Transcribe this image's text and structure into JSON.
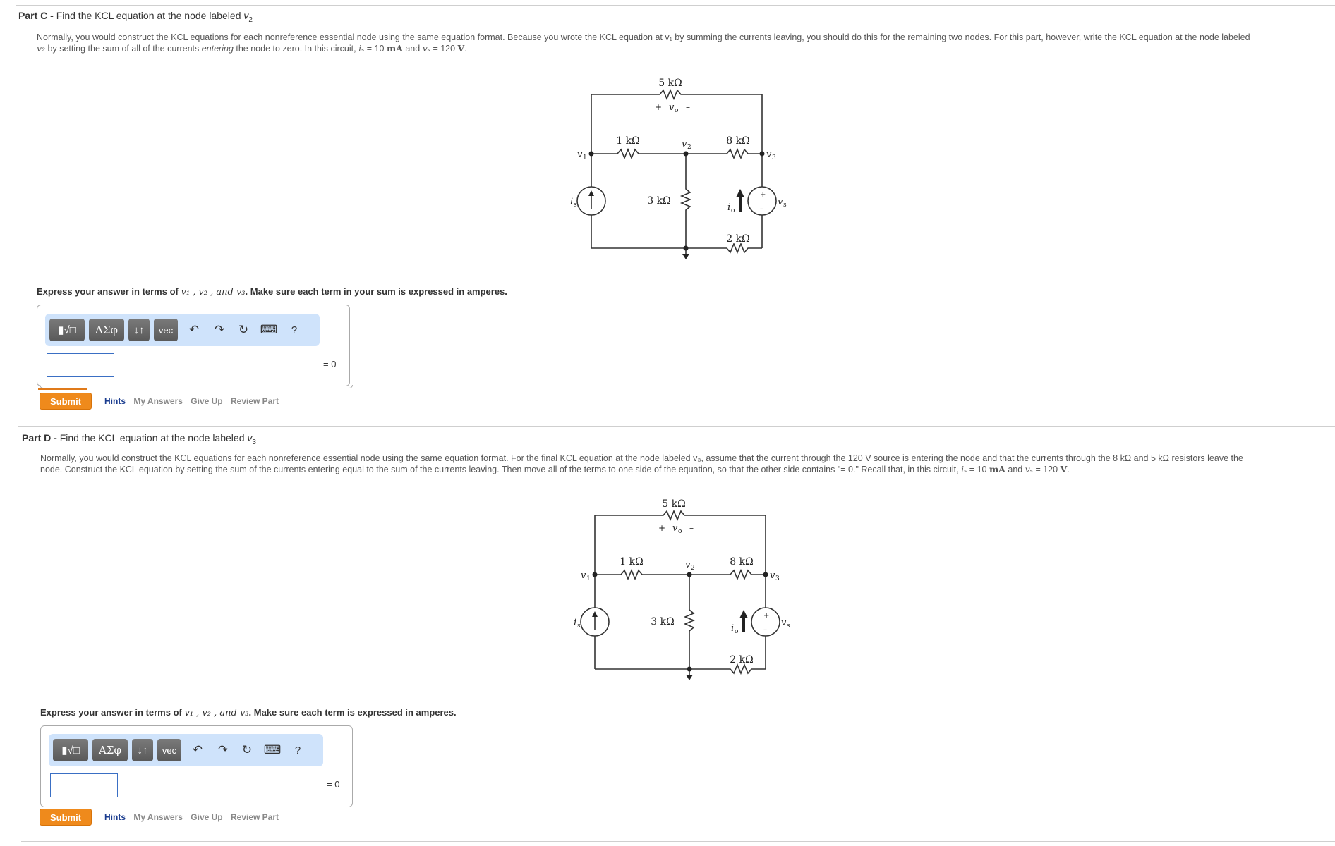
{
  "partC": {
    "label": "Part C -",
    "title": "Find the KCL equation at the node labeled",
    "title_var": "v",
    "title_sub": "2",
    "para_line1": "Normally, you would construct the KCL equations for each nonreference essential node using the same equation format. Because you wrote the KCL equation at v₁ by summing the currents leaving, you should do this for the remaining two nodes. For this part, however, write the KCL equation at the node labeled",
    "para_line2_a": "v₂",
    "para_line2_b": " by setting the sum of all of the currents ",
    "para_line2_em": "entering",
    "para_line2_c": " the node to zero. In this circuit, ",
    "para_is": "iₛ",
    "para_eq1": " = 10 ",
    "para_mA": "mA",
    "para_and": " and ",
    "para_vs": "vₛ",
    "para_eq2": " = 120 ",
    "para_V": "V",
    "para_end": ".",
    "express": "Express your answer in terms of",
    "express_vars": "v₁ , v₂ , and v₃",
    "express_end": ". Make sure each term in your sum is expressed in amperes.",
    "input_value": "",
    "equals": "= 0"
  },
  "partD": {
    "label": "Part D -",
    "title": "Find the KCL equation at the node labeled",
    "title_var": "v",
    "title_sub": "3",
    "para_line1": "Normally, you would construct the KCL equations for each nonreference essential node using the same equation format. For the final KCL equation at the node labeled v₃, assume that the current through the 120 V source is entering the node and that the currents through the 8 kΩ and 5 kΩ resistors leave the",
    "para_line2": "node. Construct the KCL equation by setting the sum of the currents entering equal to the sum of the currents leaving. Then move all of the terms to one side of the equation, so that the other side contains \"= 0.\" Recall that, in this circuit, ",
    "para_is": "iₛ",
    "para_eq1": " = 10 ",
    "para_mA": "mA",
    "para_and": " and ",
    "para_vs": "vₛ",
    "para_eq2": " = 120 ",
    "para_V": "V",
    "para_end": ".",
    "express": "Express your answer in terms of",
    "express_vars": "v₁ , v₂ , and v₃",
    "express_end": ". Make sure each term is expressed in amperes.",
    "input_value": "",
    "equals": "= 0"
  },
  "toolbar": {
    "templates_label": "▮√□",
    "greek_label": "AΣφ",
    "arrows_label": "↓↑",
    "vec_label": "vec",
    "undo_icon": "↶",
    "redo_icon": "↷",
    "reset_icon": "↻",
    "keyboard_icon": "⌨",
    "help_label": "?"
  },
  "actions": {
    "submit": "Submit",
    "hints": "Hints",
    "my_answers": "My Answers",
    "give_up": "Give Up",
    "review_part": "Review Part"
  },
  "circuit": {
    "r_top": "5 kΩ",
    "r_1": "1 kΩ",
    "r_8": "8 kΩ",
    "r_3": "3 kΩ",
    "r_2": "2 kΩ",
    "vo_plus": "+",
    "vo_label": "v",
    "vo_sub": "o",
    "vo_minus": "–",
    "node_v1": "v",
    "node_v1_sub": "1",
    "node_v2": "v",
    "node_v2_sub": "2",
    "node_v3": "v",
    "node_v3_sub": "3",
    "is_label": "i",
    "is_sub": "s",
    "io_label": "i",
    "io_sub": "o",
    "vs_label": "v",
    "vs_sub": "s",
    "src_plus": "+",
    "src_minus": "–"
  },
  "colors": {
    "submit_bg": "#ef8a1c",
    "toolbar_bg": "#cfe3fb",
    "toolbar_btn": "#666666",
    "input_border": "#3a6fc4",
    "hint_link": "#1a3c8f",
    "disabled_link": "#888888"
  }
}
